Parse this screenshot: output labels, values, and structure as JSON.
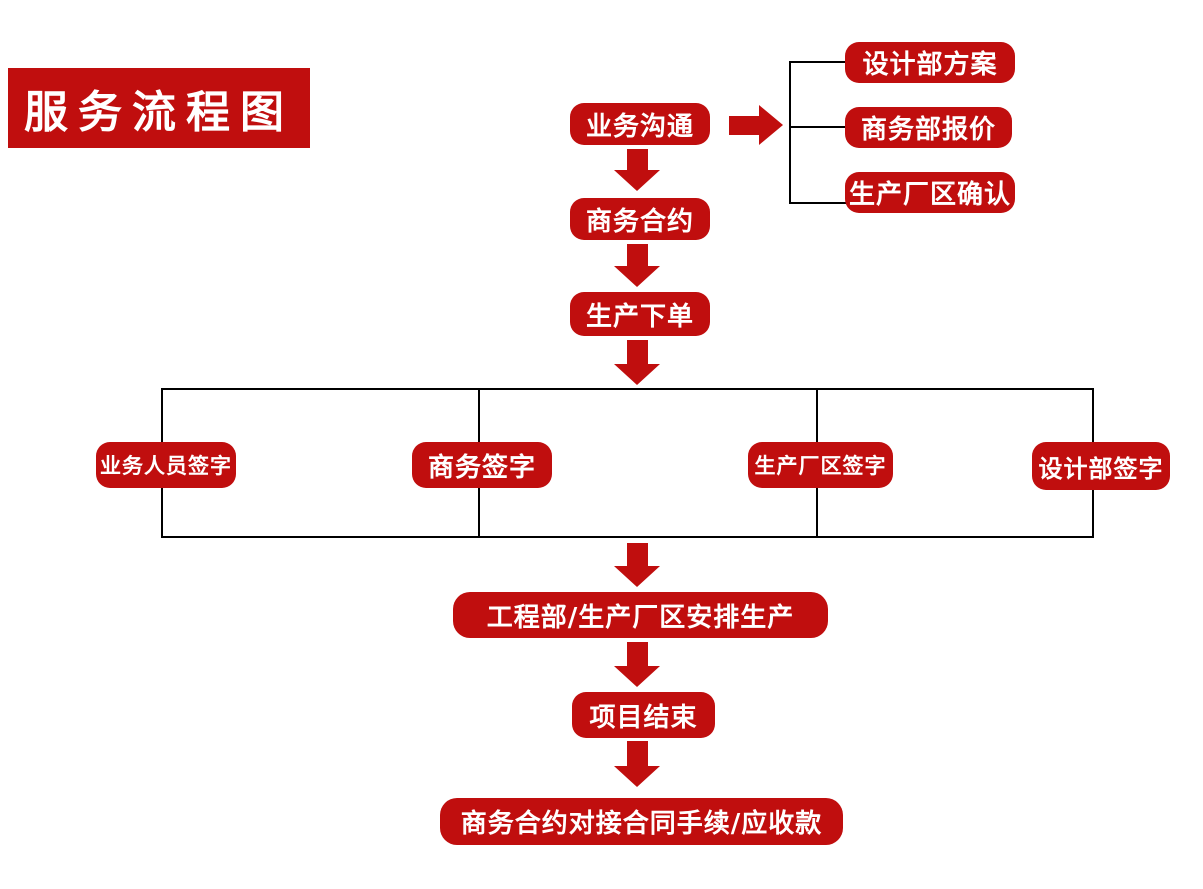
{
  "meta": {
    "title_label": "服务流程图"
  },
  "colors": {
    "accent": "#c00e0e",
    "line": "#000000",
    "text": "#ffffff",
    "background": "#ffffff"
  },
  "nodes": {
    "business_communication": "业务沟通",
    "design_dept_plan": "设计部方案",
    "commerce_dept_quote": "商务部报价",
    "production_area_confirm": "生产厂区确认",
    "business_contract": "商务合约",
    "production_order": "生产下单",
    "salesperson_sign": "业务人员签字",
    "commerce_sign": "商务签字",
    "production_area_sign": "生产厂区签字",
    "design_dept_sign": "设计部签字",
    "arrange_production": "工程部/生产厂区安排生产",
    "project_end": "项目结束",
    "contract_followup": "商务合约对接合同手续/应收款"
  }
}
